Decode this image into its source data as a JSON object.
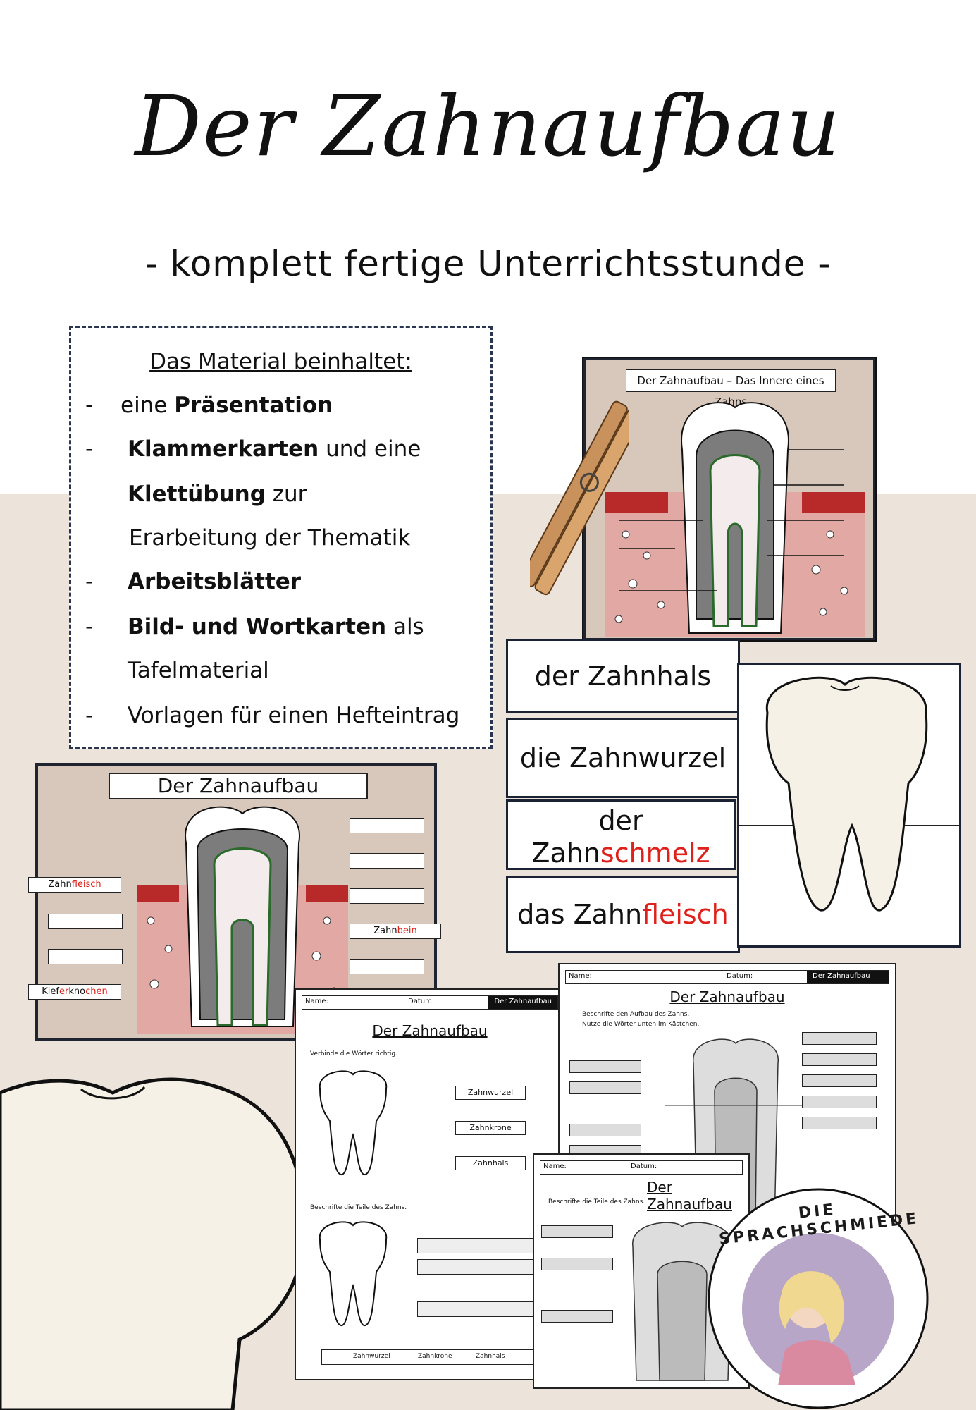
{
  "title": "Der Zahnaufbau",
  "subtitle": "-  komplett fertige Unterrichtsstunde -",
  "material": {
    "heading": "Das Material beinhaltet:",
    "items": [
      {
        "dash": "-",
        "pre": "eine ",
        "bold": "Präsentation",
        "post": ""
      },
      {
        "dash": "-",
        "pre": "",
        "bold": "Klammerkarten",
        "post": " und eine"
      },
      {
        "dash": "",
        "pre": "",
        "bold": "Klettübung",
        "post": " zur"
      },
      {
        "dash": "",
        "pre": "Erarbeitung der Thematik",
        "bold": "",
        "post": ""
      },
      {
        "dash": "-",
        "pre": "",
        "bold": "Arbeitsblätter",
        "post": ""
      },
      {
        "dash": "-",
        "pre": "",
        "bold": "Bild- und Wortkarten",
        "post": " als"
      },
      {
        "dash": "",
        "pre": "Tafelmaterial",
        "bold": "",
        "post": ""
      },
      {
        "dash": "-",
        "pre": "Vorlagen für einen Hefteintrag",
        "bold": "",
        "post": ""
      }
    ]
  },
  "klammerkarte": {
    "title": "Der Zahnaufbau – Das Innere eines Zahns"
  },
  "wordcards": [
    {
      "line1": "der Zahnhals",
      "line2": "",
      "red": ""
    },
    {
      "line1": "die Zahnwurzel",
      "line2": "",
      "red": ""
    },
    {
      "line1": "der",
      "line2": "Zahn",
      "red": "schmelz"
    },
    {
      "line1": "das Zahn",
      "line2": "",
      "red": "fleisch"
    }
  ],
  "poster": {
    "title": "Der Zahnaufbau",
    "labels": [
      {
        "text": "Zahn",
        "red": "fleisch"
      },
      {
        "text": "Zahn",
        "red": "bein"
      },
      {
        "text": "Kief",
        "red": "er",
        "text2": "kno",
        "red2": "chen"
      }
    ]
  },
  "worksheet_left": {
    "name": "Name:",
    "datum": "Datum:",
    "tag": "Der Zahnaufbau",
    "title": "Der Zahnaufbau",
    "task1": "Verbinde die Wörter richtig.",
    "words": [
      "Zahnwurzel",
      "Zahnkrone",
      "Zahnhals"
    ],
    "task2": "Beschrifte die Teile des Zahns.",
    "bottom_words": [
      "Zahnwurzel",
      "Zahnkrone",
      "Zahnhals"
    ]
  },
  "worksheet_right": {
    "name": "Name:",
    "datum": "Datum:",
    "tag": "Der Zahnaufbau",
    "title": "Der Zahnaufbau",
    "task1": "Beschrifte den Aufbau des Zahns.",
    "task1b": "Nutze die Wörter unten im Kästchen."
  },
  "worksheet_front": {
    "name": "Name:",
    "datum": "Datum:",
    "title": "Der Zahnaufbau",
    "task1": "Beschrifte die Teile des Zahns."
  },
  "logo": {
    "text": "DIE SPRACHSCHMIEDE"
  },
  "colors": {
    "background_band": "#ece3da",
    "accent_red": "#e0201a",
    "frame_navy": "#1e2530"
  }
}
